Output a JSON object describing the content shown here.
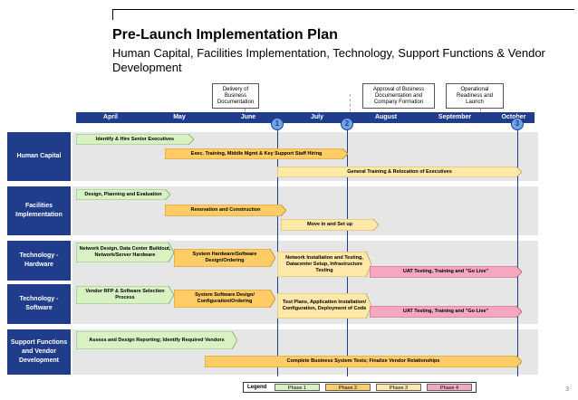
{
  "header": {
    "title": "Pre-Launch Implementation Plan",
    "subtitle": "Human Capital, Facilities Implementation, Technology, Support Functions & Vendor Development"
  },
  "callouts": [
    "Delivery of Business Documentation",
    "Approval of Business Documentation and Company Formation",
    "Operational Readiness and Launch"
  ],
  "months": [
    "April",
    "May",
    "June",
    "July",
    "August",
    "September",
    "October"
  ],
  "milestones": [
    "1",
    "2",
    "3"
  ],
  "rows": [
    "Human Capital",
    "Facilities Implementation",
    "Technology - Hardware",
    "Technology - Software",
    "Support Functions and Vendor Development"
  ],
  "tasks": [
    "Identify & Hire Senior Executives",
    "Exec. Training, Middle Mgmt & Key Support Staff Hiring",
    "General Training & Relocation of Executives",
    "Design, Planning and Evaluation",
    "Renovation and Construction",
    "Move in and Set up",
    "Network Design, Data Center Buildout, Network/Server Hardware",
    "System Hardware/Software Design/Ordering",
    "Network Installation and Testing, Datacenter Setup, Infrastructure Testing",
    "UAT Testing, Training and \"Go Live\"",
    "Vendor RFP & Software Selection Process",
    "System Software Design/ Configuration/Ordering",
    "Test Plans, Application Installation/ Configuration, Deployment of Code",
    "UAT Testing, Training and \"Go Live\"",
    "Assess and Design Reporting; Identify Required Vendors",
    "Complete Business System Tests; Finalize Vendor Relationships"
  ],
  "legend": {
    "title": "Legend",
    "phases": [
      "Phase 1",
      "Phase 2",
      "Phase 3",
      "Phase 4"
    ]
  },
  "colors": {
    "navy": "#1f3d8a",
    "phase1": "#d9f2c4",
    "phase2": "#ffcc66",
    "phase3": "#ffe8a8",
    "phase4": "#f4a7bf",
    "milestone": "#6ea3e6"
  },
  "page_number": "3"
}
